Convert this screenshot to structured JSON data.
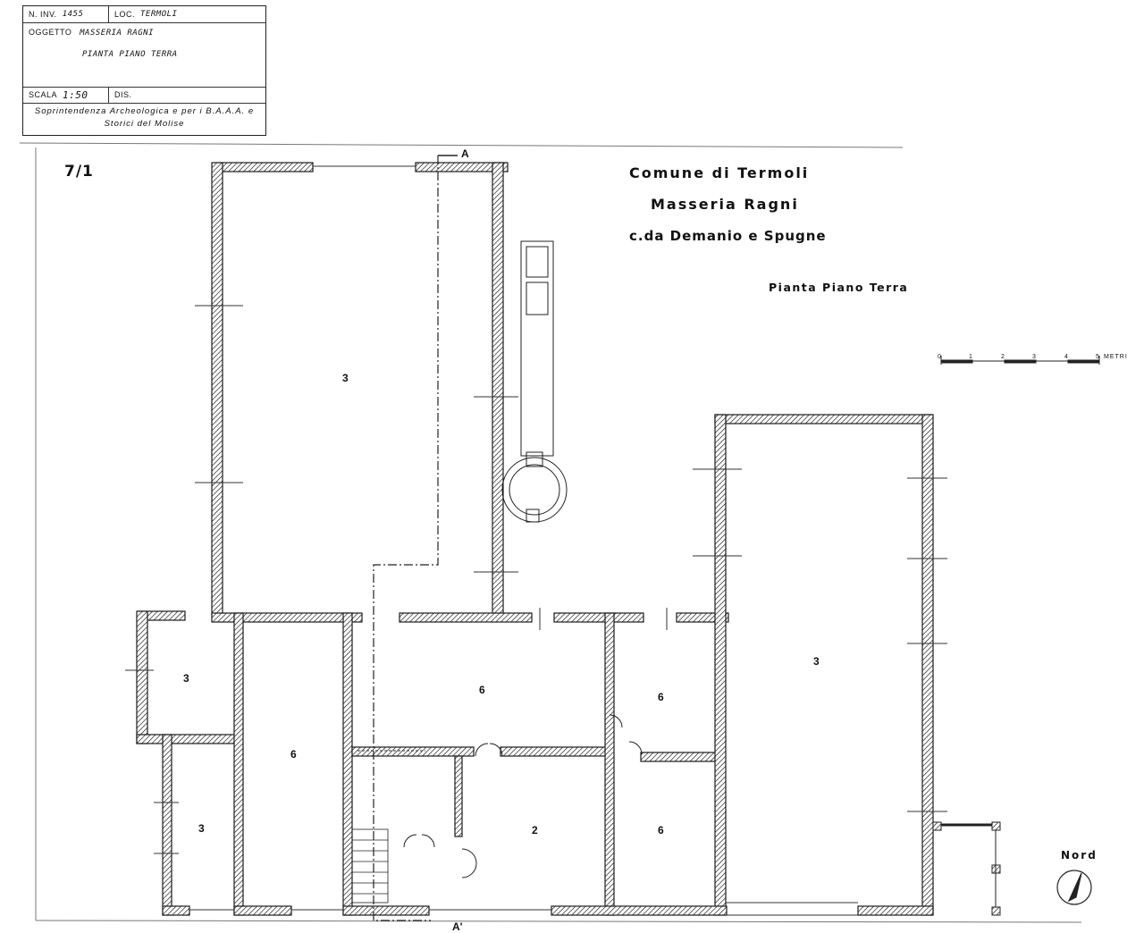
{
  "card": {
    "inv_label": "N. INV.",
    "inv_value": "1455",
    "loc_label": "LOC.",
    "loc_value": "TERMOLI",
    "oggetto_label": "OGGETTO",
    "oggetto_value": "MASSERIA RAGNI",
    "pianta_value": "PIANTA PIANO TERRA",
    "scala_label": "SCALA",
    "scala_value": "1:50",
    "dis_label": "DIS.",
    "institution_line1": "Soprintendenza Archeologica e per i B.A.A.A. e",
    "institution_line2": "Storici del Molise"
  },
  "sheet_number": "7/1",
  "title": {
    "line1": "Comune di Termoli",
    "line2": "Masseria Ragni",
    "line3": "c.da Demanio e Spugne",
    "subtitle": "Pianta Piano Terra"
  },
  "scale_bar": {
    "ticks": [
      "0",
      "1",
      "2",
      "3",
      "4",
      "5"
    ],
    "unit": "METRI"
  },
  "section_marks": {
    "top": "A",
    "bottom": "A'"
  },
  "north_label": "Nord",
  "room_labels": {
    "big_north_hall": "3",
    "east_wing": "3",
    "west_upper": "3",
    "west_lower": "3",
    "corridor": "6",
    "central_hall": "6",
    "east_upper_room": "6",
    "east_lower_room": "6",
    "central_lower_room": "2"
  },
  "colors": {
    "ink": "#1a1a1a",
    "paper": "#ffffff"
  }
}
